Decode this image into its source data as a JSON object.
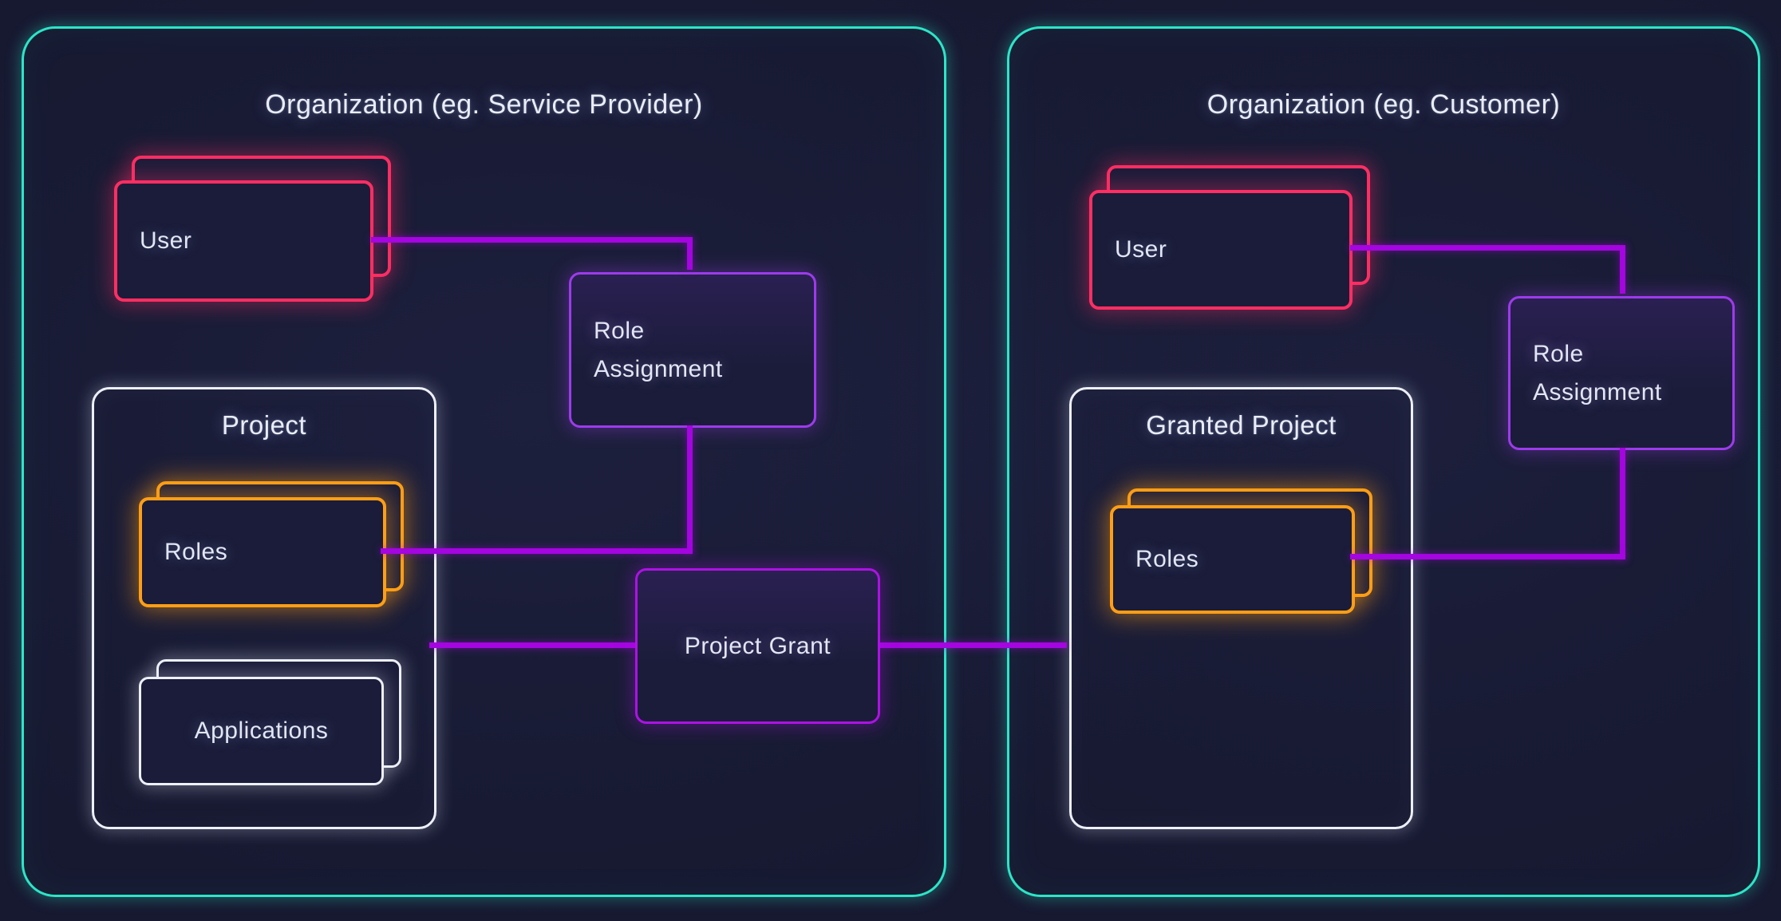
{
  "diagram": {
    "colors": {
      "background": "#171931",
      "org_border_teal": "#2ce5c7",
      "user_pink": "#ff2e63",
      "roles_orange": "#ff9e16",
      "neutral_white": "#edf0fb",
      "role_assignment_purple": "#9d3beb",
      "project_grant_purple": "#ad12e4",
      "connector_magenta": "#a405e0"
    },
    "org_left": {
      "title": "Organization (eg. Service Provider)",
      "user": {
        "label": "User"
      },
      "role_assignment": {
        "label": "Role Assignment"
      },
      "project": {
        "title": "Project",
        "roles": {
          "label": "Roles"
        },
        "applications": {
          "label": "Applications"
        }
      }
    },
    "project_grant": {
      "label": "Project Grant"
    },
    "org_right": {
      "title": "Organization (eg. Customer)",
      "user": {
        "label": "User"
      },
      "role_assignment": {
        "label": "Role Assignment"
      },
      "granted_project": {
        "title": "Granted Project",
        "roles": {
          "label": "Roles"
        }
      }
    }
  }
}
